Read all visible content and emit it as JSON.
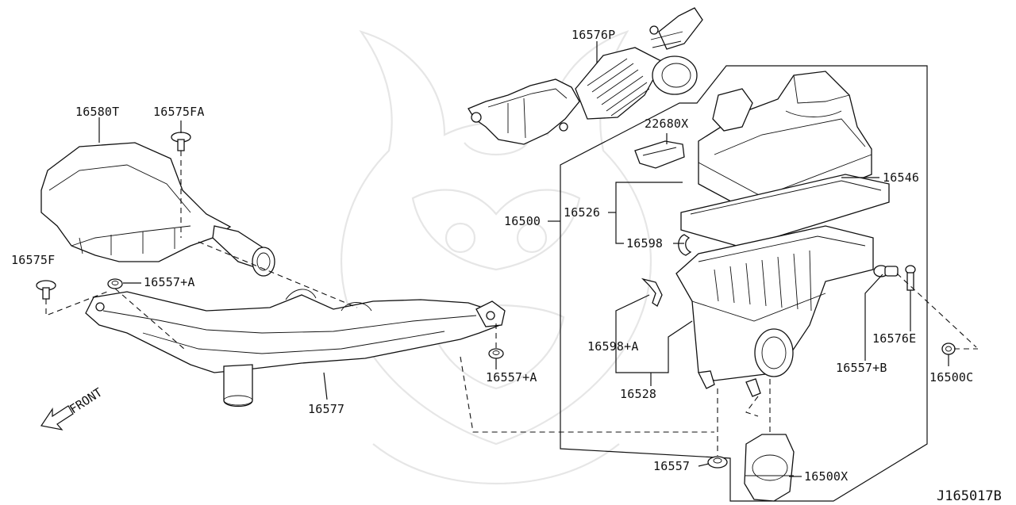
{
  "diagram": {
    "id": "J165017B",
    "front_label": "FRONT",
    "parts": {
      "p16576P": "16576P",
      "p16580T": "16580T",
      "p16575FA": "16575FA",
      "p22680X": "22680X",
      "p16546": "16546",
      "p16500": "16500",
      "p16526": "16526",
      "p16598": "16598",
      "p16575F": "16575F",
      "p16557A_top": "16557+A",
      "p16598A": "16598+A",
      "p16576E": "16576E",
      "p16557A_right": "16557+A",
      "p16557B": "16557+B",
      "p16500C": "16500C",
      "p16577": "16577",
      "p16528": "16528",
      "p16557": "16557",
      "p16500X": "16500X"
    }
  }
}
